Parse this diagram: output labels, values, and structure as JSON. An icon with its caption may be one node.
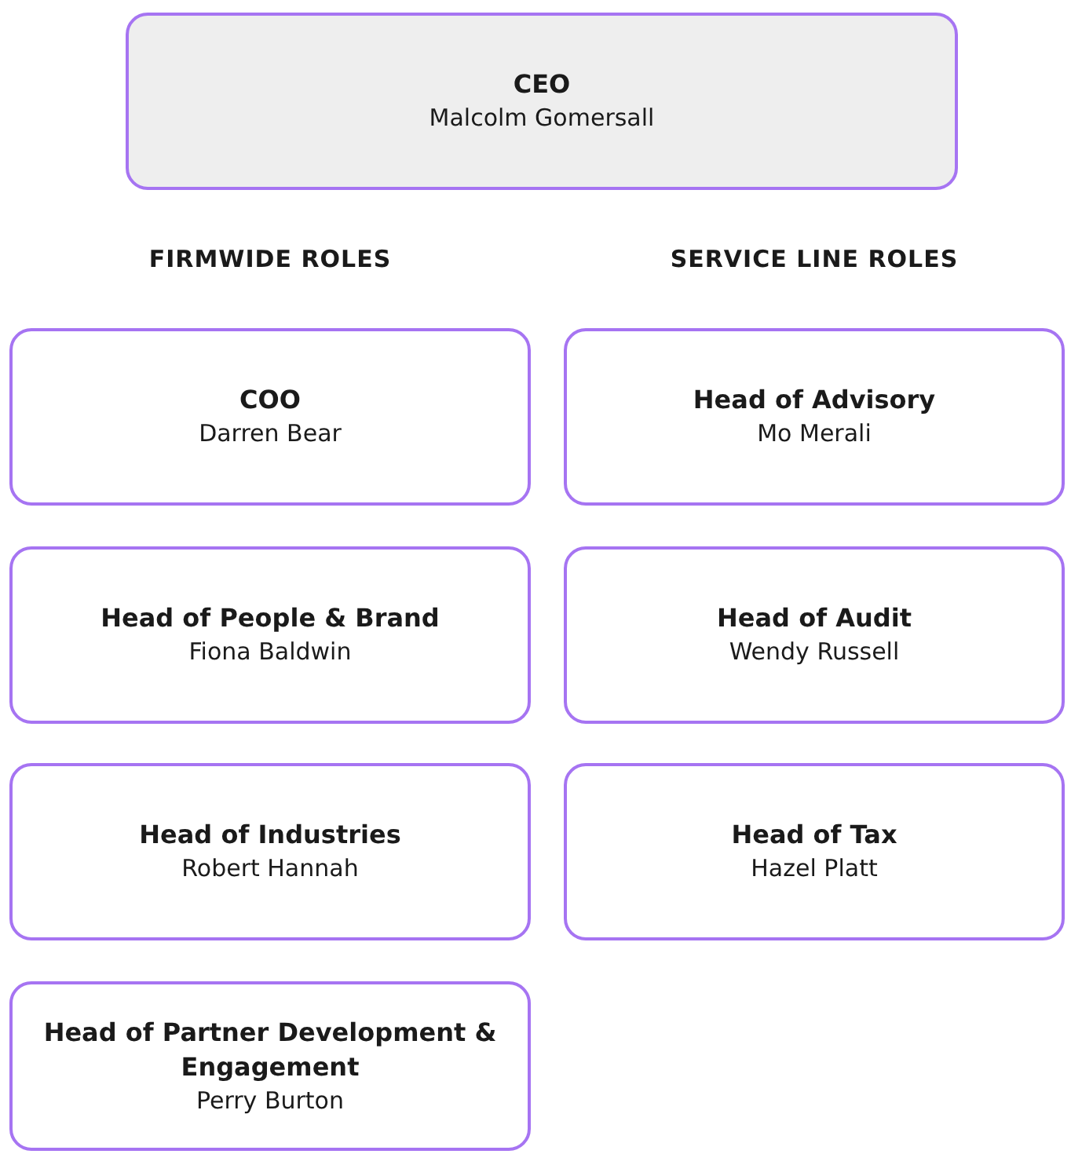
{
  "diagram": {
    "nodes": [
      {
        "text": [
          "CEO",
          "Malcolm Gomersall"
        ]
      },
      {
        "text": [
          "COO",
          "Darren Bear"
        ]
      },
      {
        "text": [
          "Head of Advisory",
          "Mo Merali"
        ]
      },
      {
        "text": [
          "Head of People & Brand",
          "Fiona Baldwin"
        ]
      },
      {
        "text": [
          "Head of Audit",
          "Wendy Russell"
        ]
      },
      {
        "text": [
          "Head of Industries",
          "Robert Hannah"
        ]
      },
      {
        "text": [
          "Head of Tax",
          "Hazel Platt"
        ]
      },
      {
        "text": [
          "Head of Partner Development & Engagement",
          "Perry Burton"
        ]
      }
    ],
    "labels": [
      "FIRMWIDE ROLES",
      "SERVICE LINE ROLES"
    ]
  }
}
